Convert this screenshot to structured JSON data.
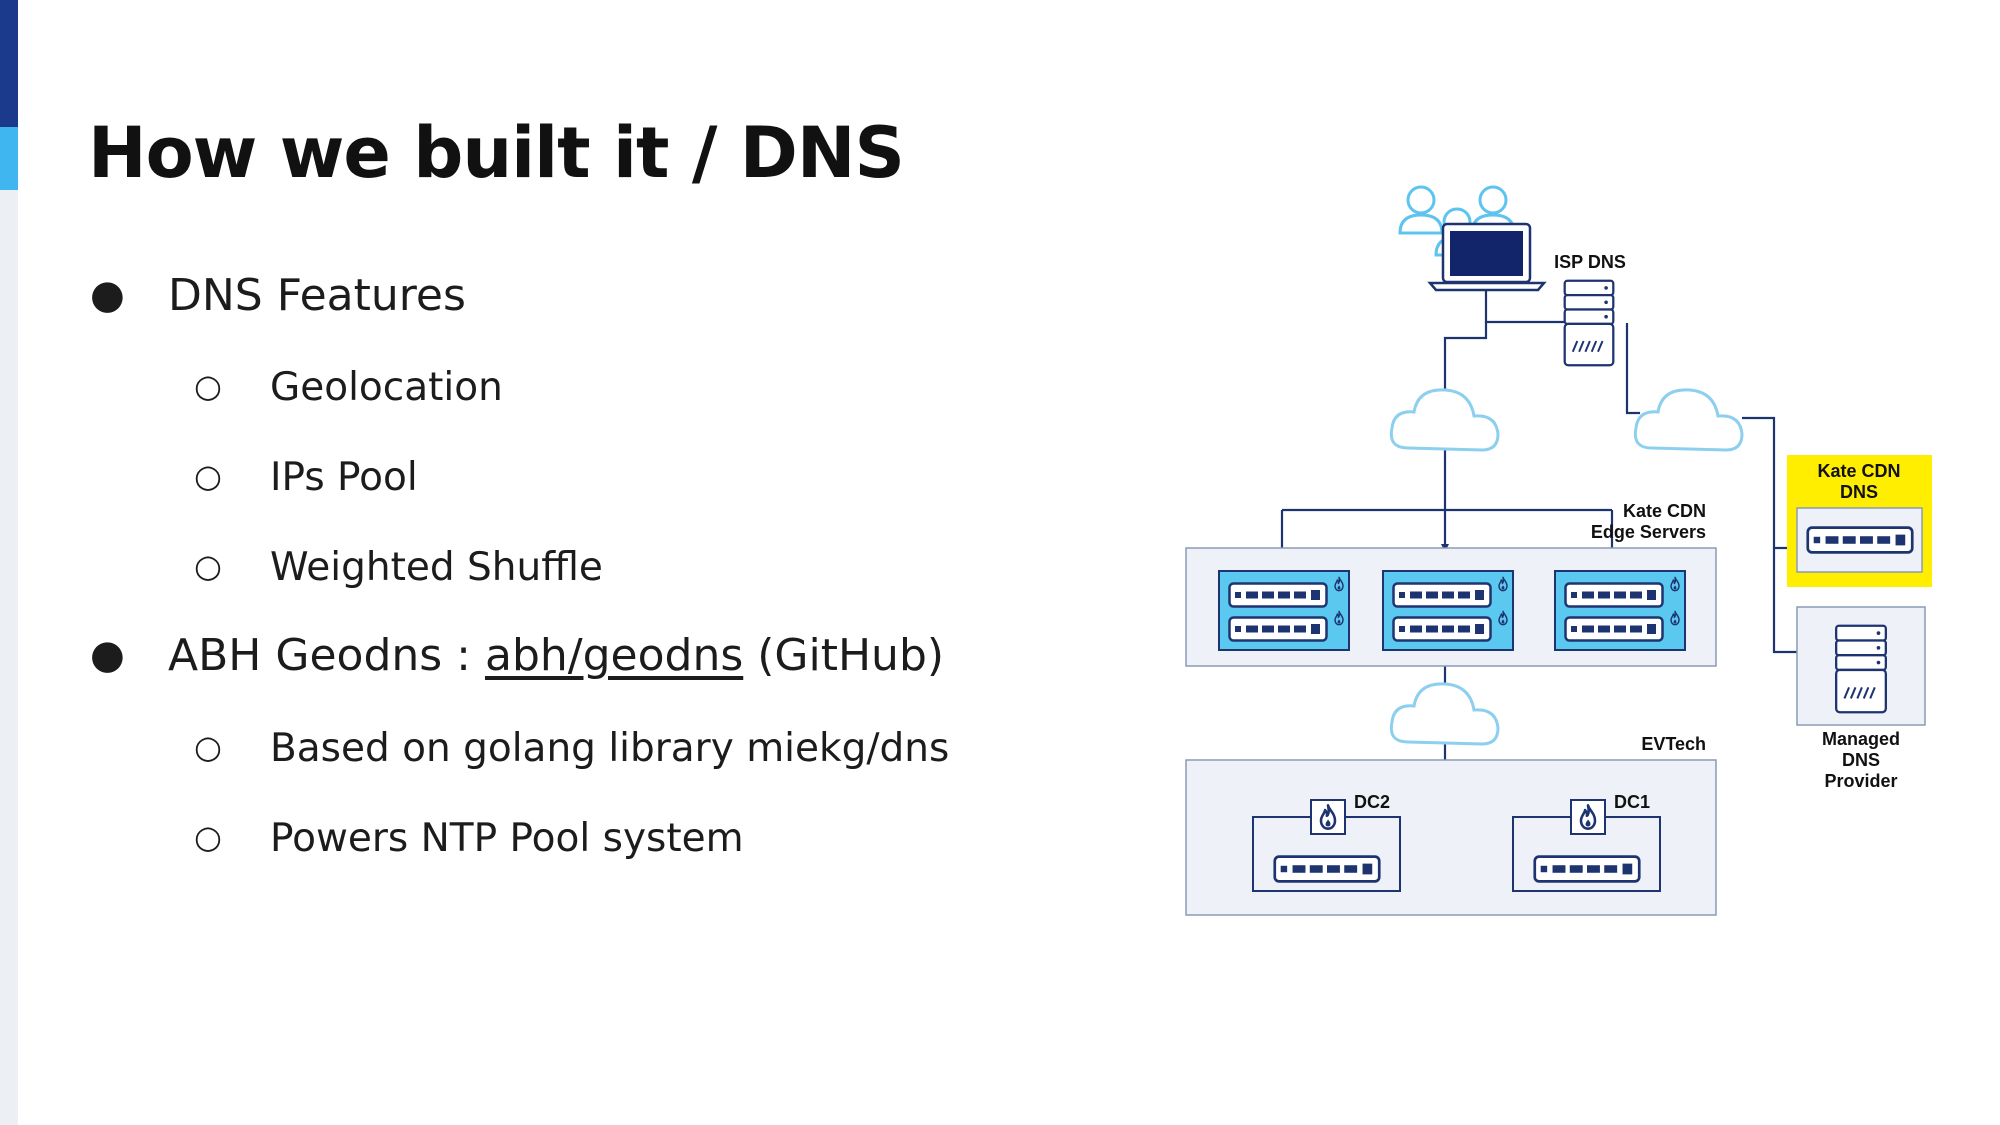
{
  "slide": {
    "title": "How we built it / DNS",
    "accent_dark": "#1b3a8c",
    "accent_light": "#3fb6f0"
  },
  "bullets": [
    {
      "level": 1,
      "marker": "●",
      "text": "DNS Features"
    },
    {
      "level": 2,
      "marker": "○",
      "text": "Geolocation"
    },
    {
      "level": 2,
      "marker": "○",
      "text": "IPs Pool"
    },
    {
      "level": 2,
      "marker": "○",
      "text": "Weighted Shuffle"
    },
    {
      "level": 1,
      "marker": "●",
      "text_before": "ABH Geodns : ",
      "link_text": "abh/geodns",
      "text_after": " (GitHub)"
    },
    {
      "level": 2,
      "marker": "○",
      "text": "Based on golang library miekg/dns"
    },
    {
      "level": 2,
      "marker": "○",
      "text": "Powers NTP Pool system"
    }
  ],
  "diagram": {
    "labels": {
      "isp_dns": "ISP DNS",
      "edge_line1": "Kate CDN",
      "edge_line2": "Edge Servers",
      "kate_dns_line1": "Kate CDN",
      "kate_dns_line2": "DNS",
      "evtech": "EVTech",
      "dc2": "DC2",
      "dc1": "DC1",
      "managed_line1": "Managed",
      "managed_line2": "DNS",
      "managed_line3": "Provider"
    },
    "colors": {
      "line": "#1e3470",
      "server_fill": "#5bc8f0",
      "box_fill": "#eef2f8",
      "box_stroke": "#8a9bb5",
      "highlight": "#ffee00",
      "cloud_fill": "#ffffff",
      "cloud_stroke": "#8ccfee"
    }
  }
}
